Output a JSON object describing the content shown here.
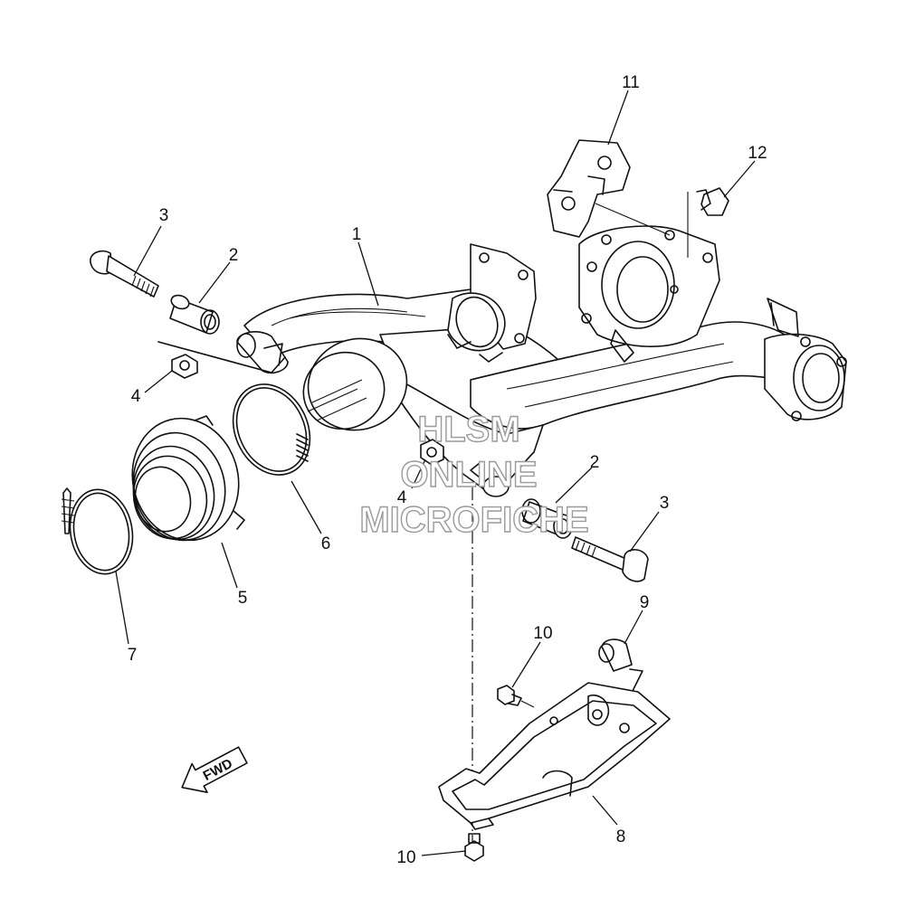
{
  "callouts": {
    "c1": "1",
    "c2a": "2",
    "c2b": "2",
    "c3a": "3",
    "c3b": "3",
    "c4a": "4",
    "c4b": "4",
    "c5": "5",
    "c6": "6",
    "c7": "7",
    "c8": "8",
    "c9": "9",
    "c10a": "10",
    "c10b": "10",
    "c11": "11",
    "c12": "12"
  },
  "watermark": {
    "line1": "HLSM",
    "line2": "ONLINE",
    "line3": "MICROFICHE"
  },
  "fwd_label": "FWD",
  "colors": {
    "line": "#111111",
    "watermark_outline": "#9a9a9a",
    "background": "#ffffff"
  }
}
